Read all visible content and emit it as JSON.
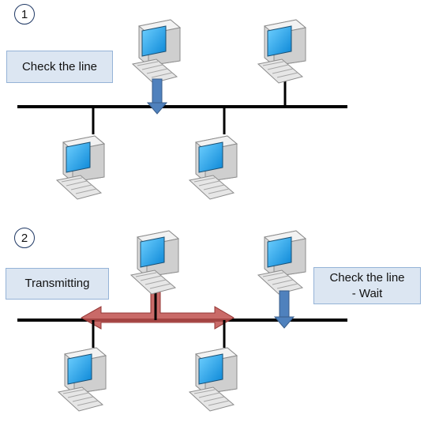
{
  "panels": [
    {
      "step": "1",
      "labels": [
        {
          "lines": [
            "Check the line"
          ]
        }
      ]
    },
    {
      "step": "2",
      "labels": [
        {
          "lines": [
            "Transmitting"
          ]
        },
        {
          "lines": [
            "Check the line",
            "- Wait"
          ]
        }
      ]
    }
  ],
  "colors": {
    "bus_line": "#000000",
    "check_arrow": "#4f81bd",
    "transmit_arrow": "#c0504d",
    "label_fill": "#dce6f2",
    "screen": "#1aa0e6"
  },
  "icons": [
    "desktop-computer-icon"
  ]
}
